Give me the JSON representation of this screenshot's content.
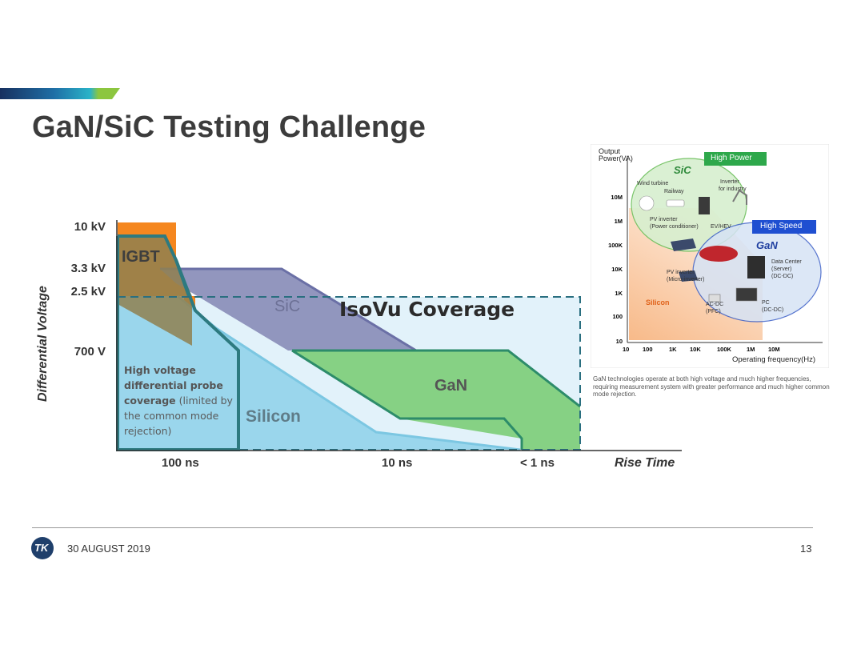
{
  "title": "GaN/SiC Testing Challenge",
  "y_axis_title": "Differential Voltage",
  "x_axis_title": "Rise Time",
  "y_ticks": [
    "10 kV",
    "3.3 kV",
    "2.5 kV",
    "700 V"
  ],
  "x_ticks": [
    "100 ns",
    "10 ns",
    "< 1 ns"
  ],
  "regions": {
    "igbt": "IGBT",
    "sic": "SiC",
    "isovu": "IsoVu Coverage",
    "gan": "GaN",
    "silicon": "Silicon"
  },
  "probe_note": {
    "bold": "High voltage differential probe coverage",
    "rest": "(limited by the common mode rejection)"
  },
  "right_figure": {
    "y_title_1": "Output",
    "y_title_2": "Power(VA)",
    "y_ticks": [
      "10M",
      "1M",
      "100K",
      "10K",
      "1K",
      "100",
      "10"
    ],
    "x_ticks": [
      "10",
      "100",
      "1K",
      "10K",
      "100K",
      "1M",
      "10M"
    ],
    "x_title": "Operating frequency(Hz)",
    "high_power": "High Power",
    "high_speed": "High Speed",
    "sic": "SiC",
    "gan": "GaN",
    "silicon": "Silicon",
    "wind_turbine": "Wind turbine",
    "railway": "Railway",
    "inverter_1": "Inverter",
    "inverter_2": "for industry",
    "pv_inverter_1": "PV inverter",
    "pv_inverter_2": "(Power conditioner)",
    "ev_hev": "EV/HEV",
    "pv_micro_1": "PV inverter",
    "pv_micro_2": "(Micro-inverter)",
    "data_center_1": "Data Center",
    "data_center_2": "(Server)",
    "data_center_3": "(DC-DC)",
    "acdc_1": "AC-DC",
    "acdc_2": "(PFC)",
    "pc_1": "PC",
    "pc_2": "(DC-DC)"
  },
  "caption": "GaN technologies operate at both high voltage and much higher frequencies, requiring measurement system with greater performance and much higher common mode rejection.",
  "footer": {
    "date": "30 AUGUST 2019",
    "page": "13",
    "logo": "TK"
  },
  "colors": {
    "accent_bar_dark": "#1c3b6e",
    "accent_bar_mid": "#2aa6c9",
    "accent_bar_green": "#8cc63f",
    "igbt": "#8a7a4e",
    "sic": "#8b8fb8",
    "gan": "#7ccc79",
    "silicon": "#a9dcef",
    "isovu": "#d8effa",
    "orange": "#f5871f"
  }
}
